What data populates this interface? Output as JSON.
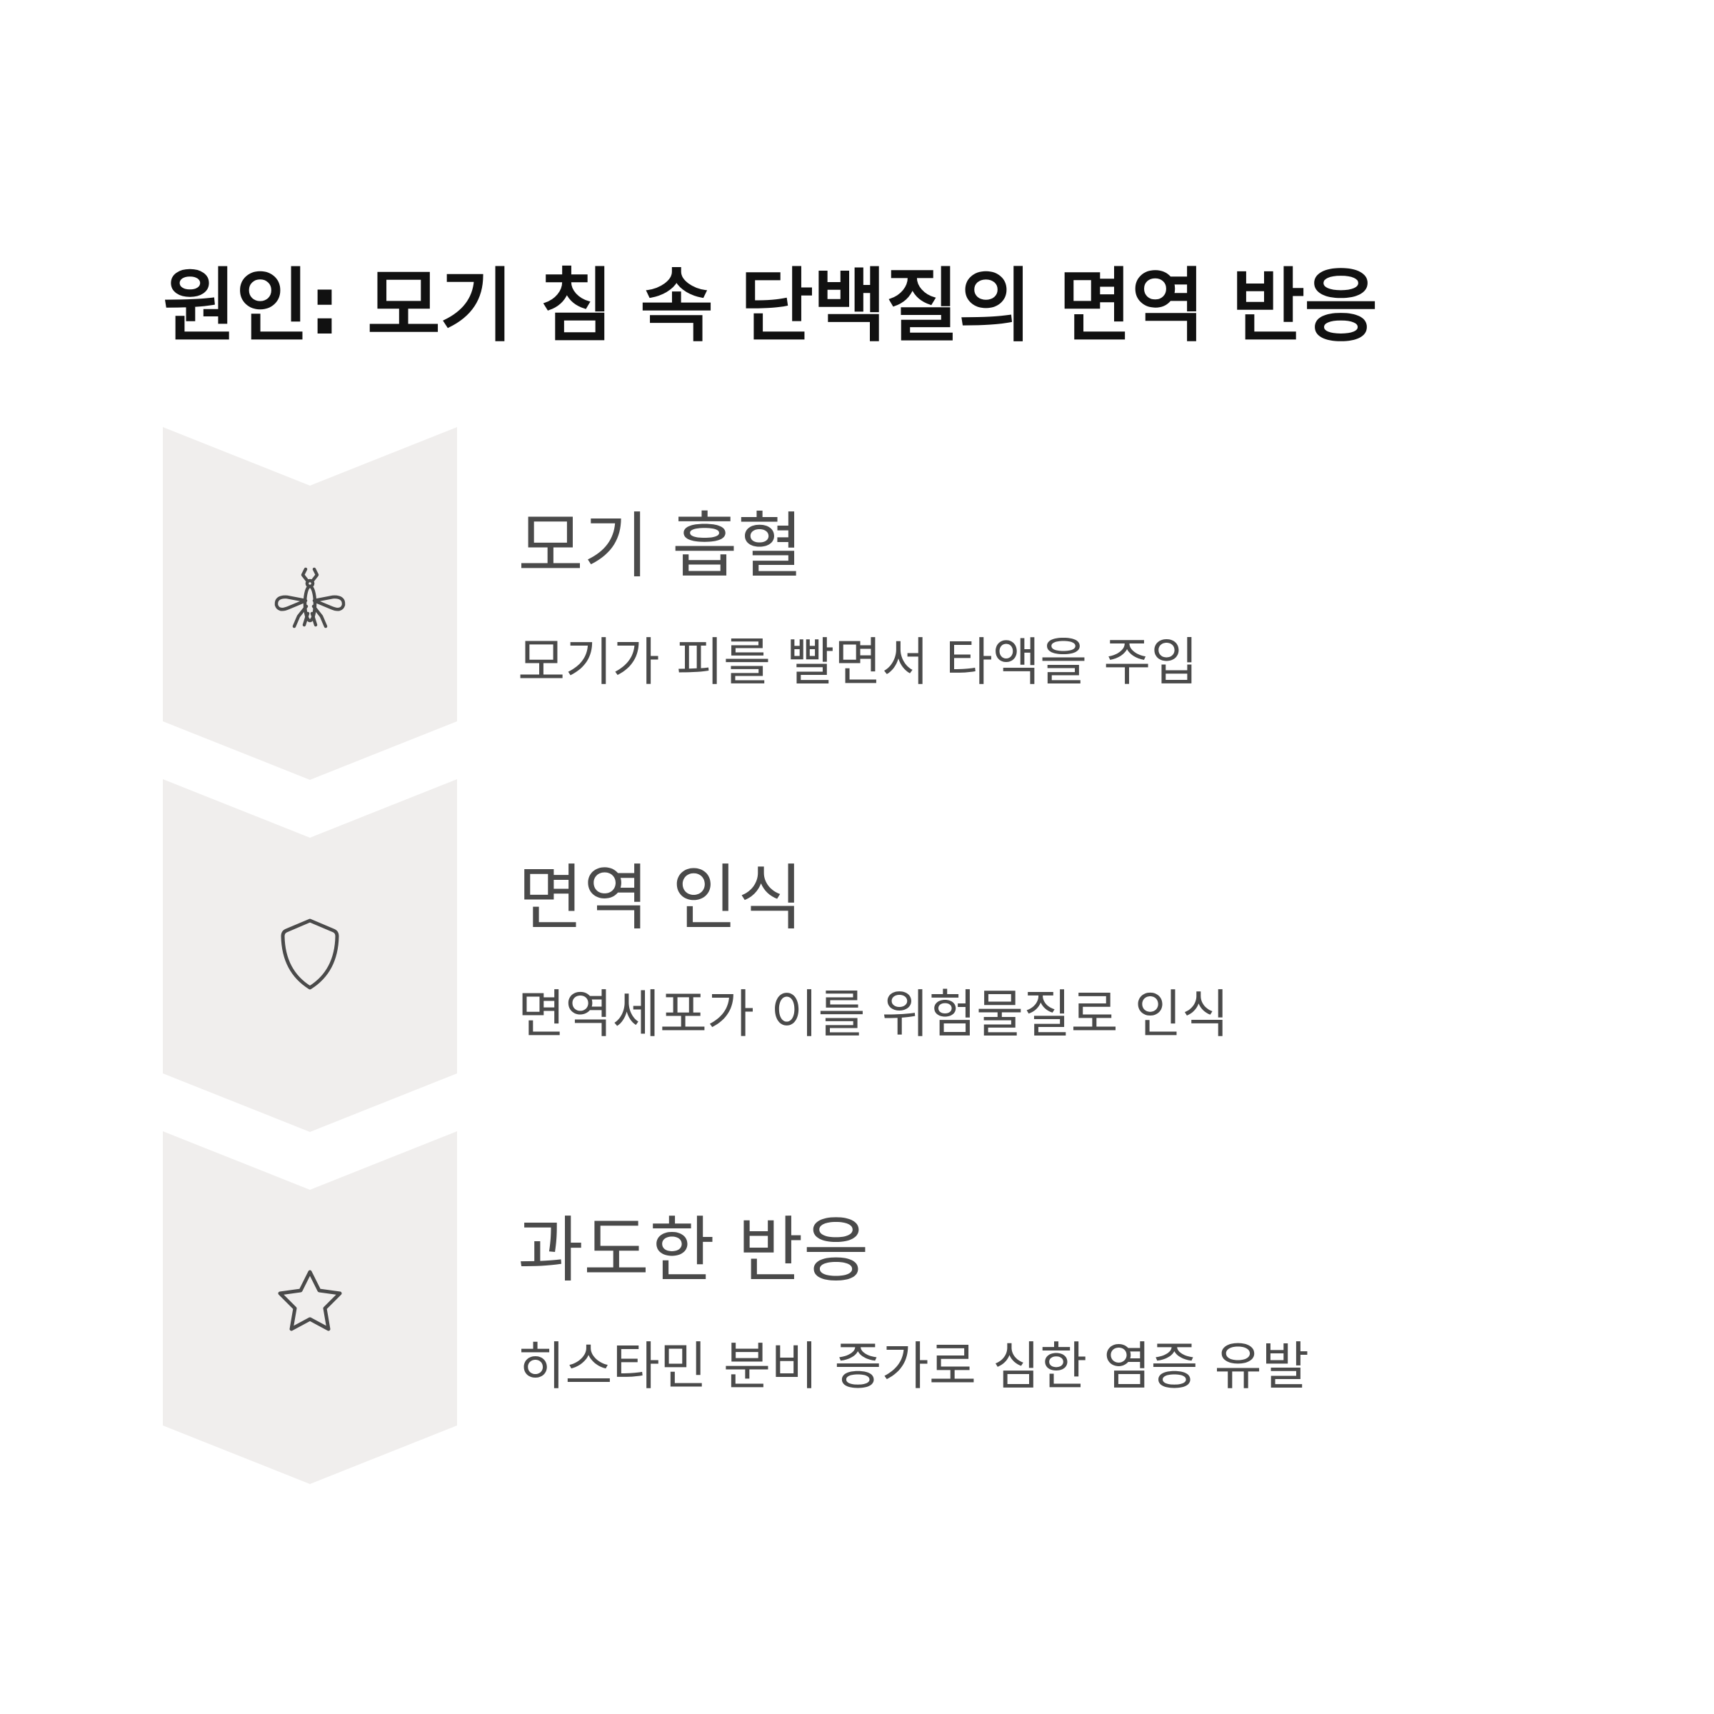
{
  "title": "원인: 모기 침 속 단백질의 면역 반응",
  "colors": {
    "chevron_fill": "#f0eeed",
    "icon_stroke": "#4a4a4a",
    "text": "#4a4a4a",
    "title": "#111111"
  },
  "steps": [
    {
      "icon": "mosquito-icon",
      "title": "모기 흡혈",
      "description": "모기가 피를 빨면서 타액을 주입"
    },
    {
      "icon": "shield-icon",
      "title": "면역 인식",
      "description": "면역세포가 이를 위험물질로 인식"
    },
    {
      "icon": "star-icon",
      "title": "과도한 반응",
      "description": "히스타민 분비 증가로 심한 염증 유발"
    }
  ]
}
